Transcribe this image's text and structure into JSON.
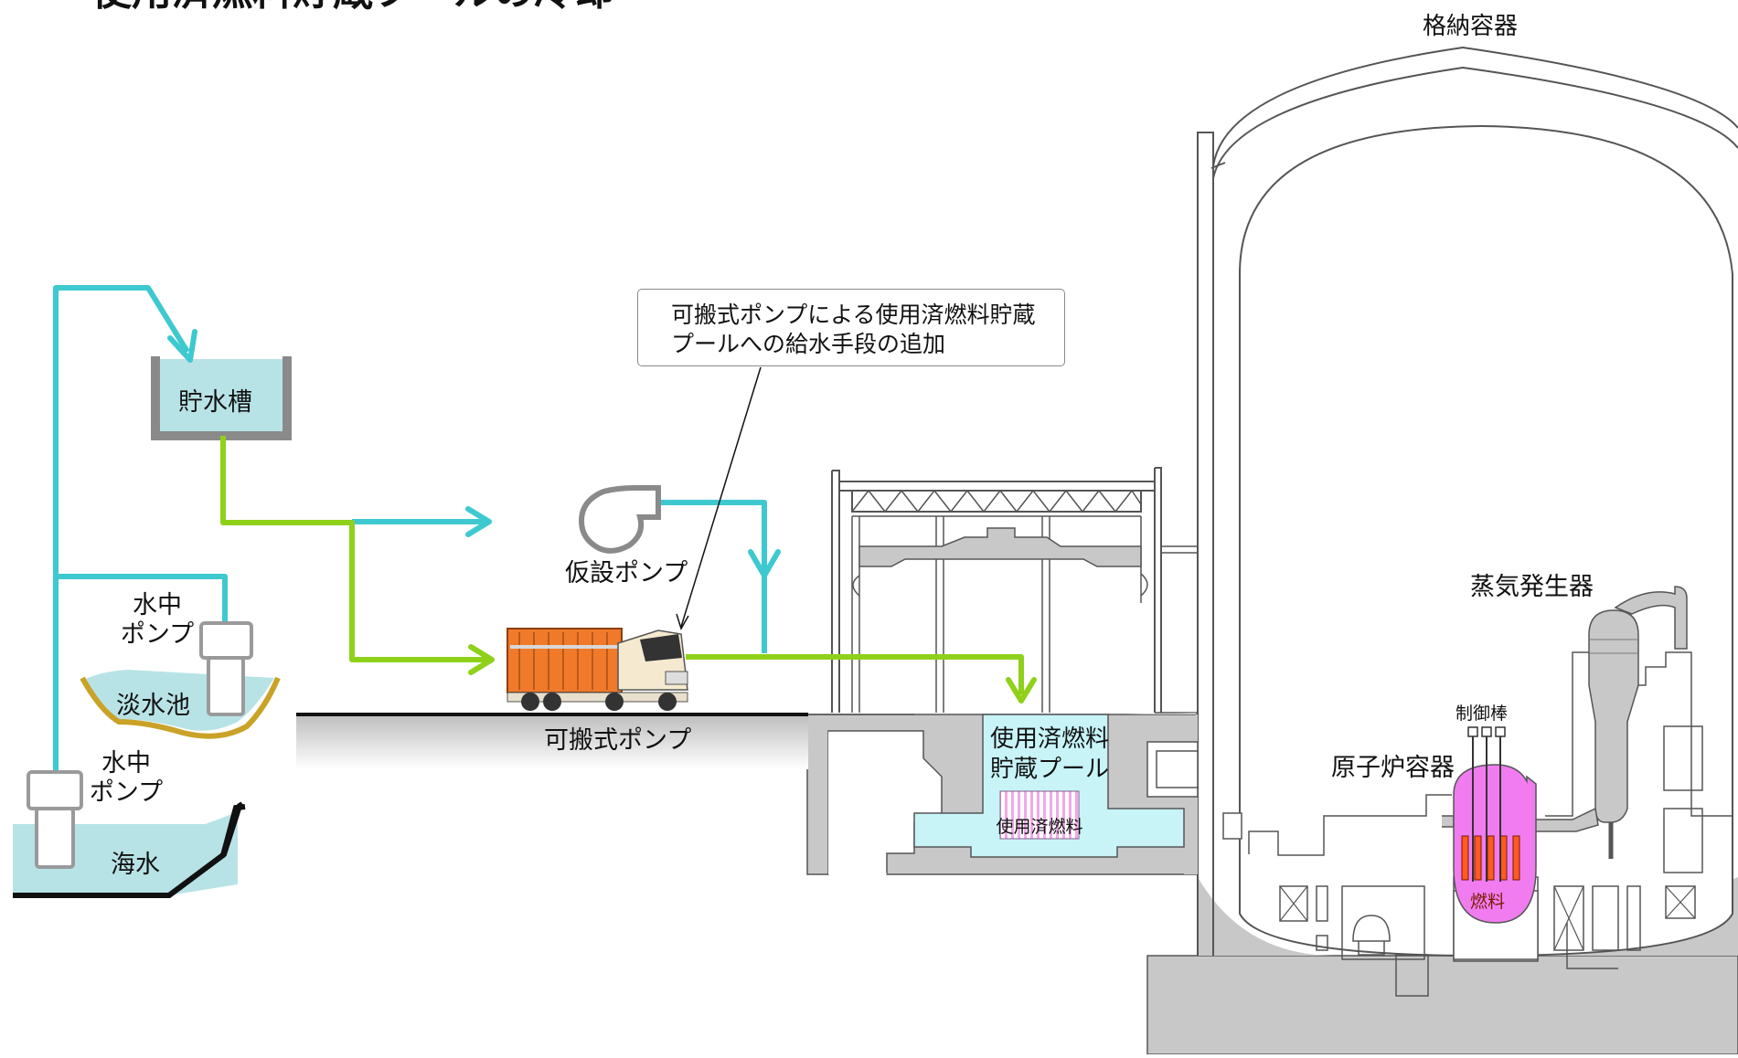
{
  "title": "使用済燃料貯蔵プールの冷却",
  "labels": {
    "containment_vessel": "格納容器",
    "water_tank": "貯水槽",
    "temp_pump": "仮設ポンプ",
    "portable_pump": "可搬式ポンプ",
    "submersible_pump_1_line1": "水中",
    "submersible_pump_1_line2": "ポンプ",
    "submersible_pump_2_line1": "水中",
    "submersible_pump_2_line2": "ポンプ",
    "freshwater_pond": "淡水池",
    "seawater": "海水",
    "spent_fuel_pool_line1": "使用済燃料",
    "spent_fuel_pool_line2": "貯蔵プール",
    "spent_fuel": "使用済燃料",
    "steam_generator": "蒸気発生器",
    "control_rod": "制御棒",
    "reactor_vessel": "原子炉容器",
    "fuel": "燃料"
  },
  "callout": {
    "line1": "可搬式ポンプによる使用済燃料貯蔵",
    "line2": "プールへの給水手段の追加"
  },
  "colors": {
    "cyan_line": "#3ec9d0",
    "green_line": "#8fd11a",
    "water": "#b8e3e6",
    "pool_water": "#c8f4f8",
    "concrete": "#c8c8c8",
    "pond_edge": "#c9a227",
    "reactor": "#f07cf0",
    "fuel": "#ff5a1f"
  }
}
